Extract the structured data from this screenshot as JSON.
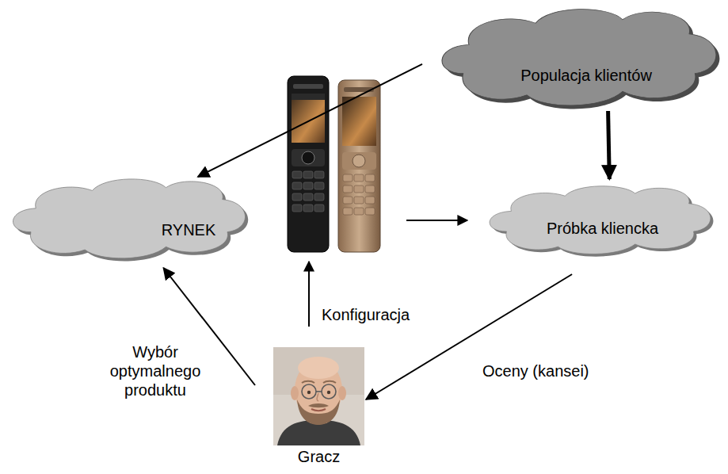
{
  "diagram": {
    "nodes": [
      {
        "text": [
          "Populacja klientów"
        ]
      },
      {
        "text": [
          "RYNEK"
        ]
      },
      {
        "text": [
          "Próbka kliencka"
        ]
      },
      {
        "text": [
          "Gracz"
        ]
      }
    ],
    "edges": [
      {
        "from": 0,
        "to": 1,
        "arrow": "to"
      },
      {
        "from": 0,
        "to": 2,
        "arrow": "to"
      },
      {
        "from": 2,
        "to": 3,
        "label": "Oceny (kansei)",
        "arrow": "to"
      },
      {
        "from": 3,
        "to": 1,
        "label": "Wybór optymalnego produktu",
        "arrow": "to"
      }
    ],
    "labels": [
      "Konfiguracja"
    ]
  }
}
